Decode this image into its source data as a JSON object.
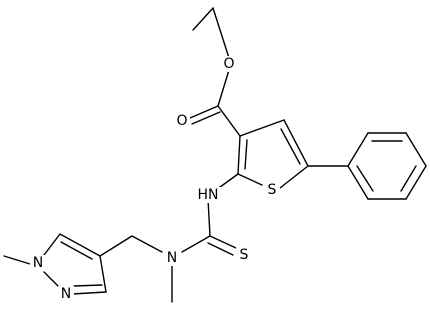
{
  "molecule": {
    "atoms": {
      "ester_o": "O",
      "carbonyl_o": "O",
      "nh": "HN",
      "ring_s": "S",
      "thio_s": "S",
      "tertiary_n": "N",
      "pyrazole_n1": "N",
      "pyrazole_n2": "N"
    }
  }
}
